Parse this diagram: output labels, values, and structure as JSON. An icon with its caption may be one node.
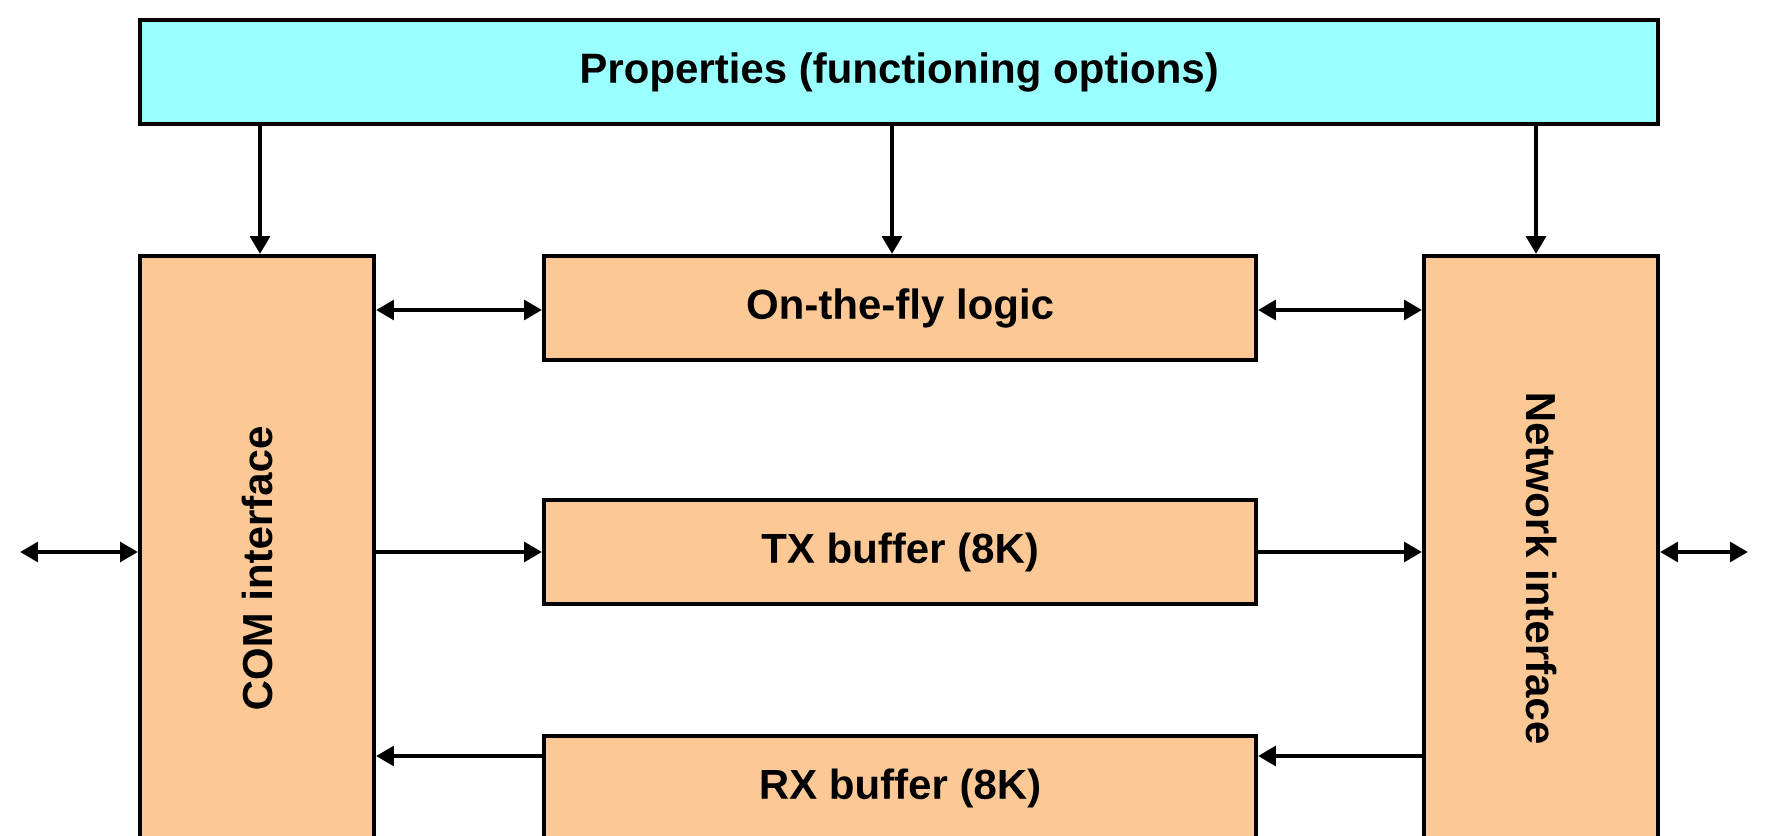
{
  "diagram": {
    "nodes": [
      {
        "text": [
          "Properties (functioning options)"
        ]
      },
      {
        "text": [
          "COM interface"
        ]
      },
      {
        "text": [
          "On-the-fly logic"
        ]
      },
      {
        "text": [
          "Network interface"
        ]
      },
      {
        "text": [
          "TX buffer (8K)"
        ]
      },
      {
        "text": [
          "RX buffer (8K)"
        ]
      }
    ],
    "edges": [
      {
        "from": 0,
        "to": 1,
        "arrow": "to"
      },
      {
        "from": 0,
        "to": 2,
        "arrow": "to"
      },
      {
        "from": 0,
        "to": 3,
        "arrow": "to"
      },
      {
        "from": 1,
        "to": 2,
        "arrow": "both"
      },
      {
        "from": 2,
        "to": 3,
        "arrow": "both"
      },
      {
        "from": 1,
        "to": 4,
        "arrow": "to"
      },
      {
        "from": 4,
        "to": 3,
        "arrow": "to"
      },
      {
        "from": 3,
        "to": 5,
        "arrow": "to"
      },
      {
        "from": 5,
        "to": 1,
        "arrow": "to"
      },
      {
        "from": null,
        "to": 1,
        "arrow": "both"
      },
      {
        "from": 3,
        "to": null,
        "arrow": "both"
      }
    ]
  }
}
